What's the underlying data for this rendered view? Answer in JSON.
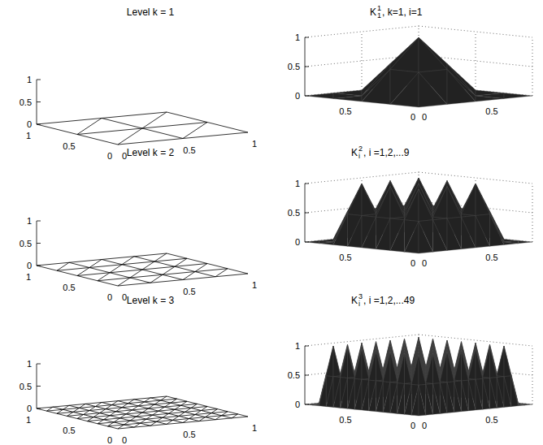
{
  "diagram": {
    "labels": [
      "Level k = 1",
      "1",
      "0.5",
      "0",
      "1",
      "0.5",
      "0",
      "0",
      "0.5",
      "1",
      "K",
      "1",
      "1",
      ", k=1, i=1",
      "1",
      "0.5",
      "0",
      "0.5",
      "0",
      "0",
      "0.5",
      "Level k = 2",
      "1",
      "0.5",
      "0",
      "1",
      "0.5",
      "0",
      "0",
      "0.5",
      "1",
      "K",
      "2",
      "i",
      ", i =1,2,...9",
      "1",
      "0.5",
      "0",
      "0.5",
      "0",
      "0",
      "0.5",
      "Level k = 3",
      "1",
      "0.5",
      "0",
      "1",
      "0.5",
      "0",
      "0",
      "0.5",
      "1",
      "K",
      "3",
      "i",
      ", i =1,2,...49",
      "1",
      "0.5",
      "0",
      "0.5",
      "0",
      "0",
      "0.5"
    ]
  }
}
